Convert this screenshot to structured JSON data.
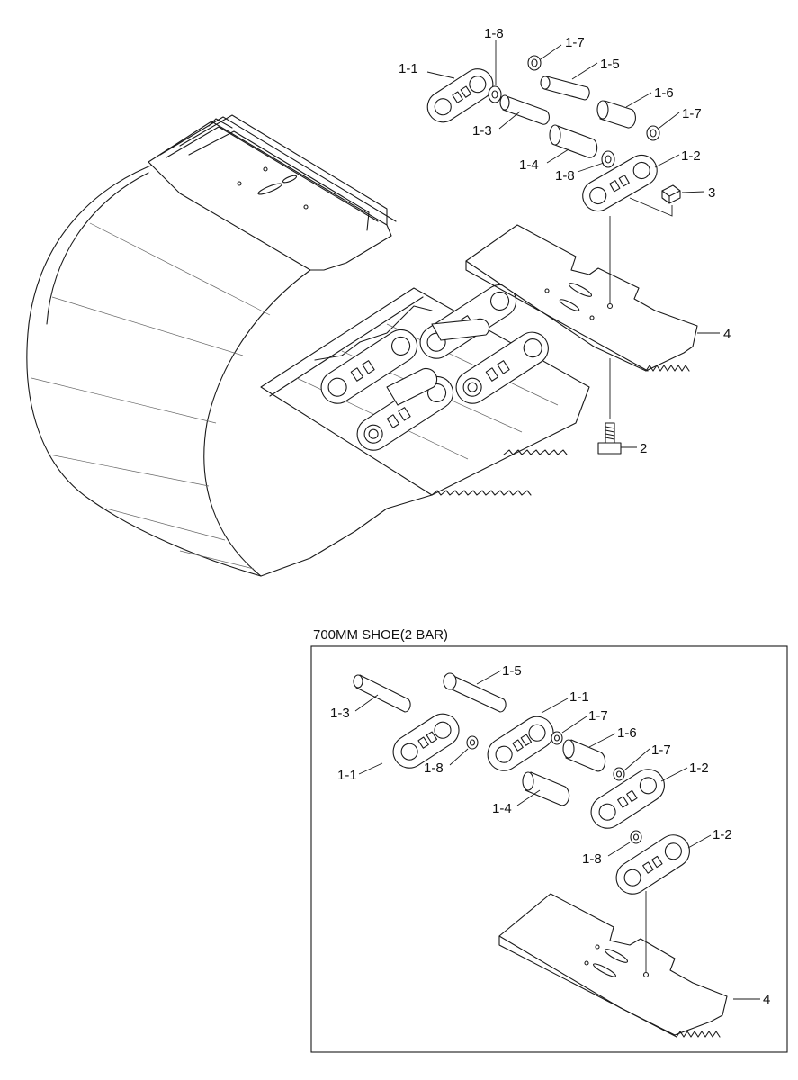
{
  "main": {
    "labels": {
      "p1_1": "1-1",
      "p1_8a": "1-8",
      "p1_7a": "1-7",
      "p1_5": "1-5",
      "p1_6": "1-6",
      "p1_7b": "1-7",
      "p1_3": "1-3",
      "p1_4": "1-4",
      "p1_8b": "1-8",
      "p1_2": "1-2",
      "p3": "3",
      "p4": "4",
      "p2": "2"
    }
  },
  "inset": {
    "title": "700MM SHOE(2 BAR)",
    "labels": {
      "p1_5": "1-5",
      "p1_1a": "1-1",
      "p1_3": "1-3",
      "p1_7a": "1-7",
      "p1_6": "1-6",
      "p1_7b": "1-7",
      "p1_2a": "1-2",
      "p1_1b": "1-1",
      "p1_8a": "1-8",
      "p1_4": "1-4",
      "p1_2b": "1-2",
      "p1_8b": "1-8",
      "p4": "4"
    }
  }
}
